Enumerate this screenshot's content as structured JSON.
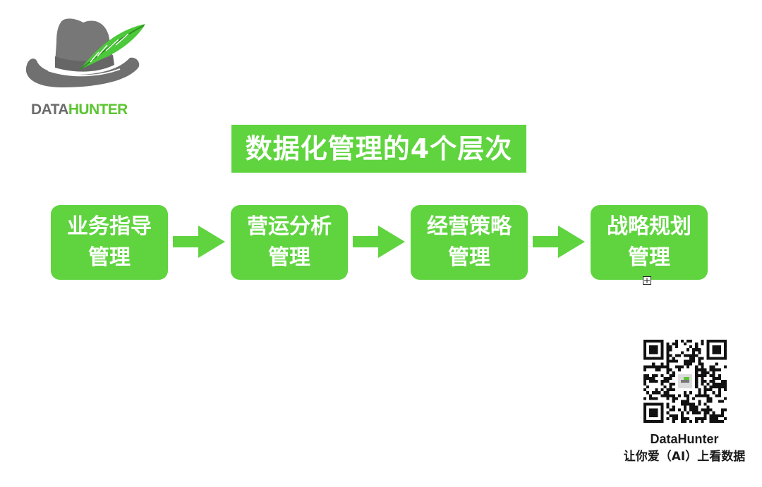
{
  "brand": {
    "logo_text_dark": "DATA",
    "logo_text_green": "HUNTER"
  },
  "title": "数据化管理的4个层次",
  "steps": [
    {
      "line1": "业务指导",
      "line2": "管理"
    },
    {
      "line1": "营运分析",
      "line2": "管理"
    },
    {
      "line1": "经营策略",
      "line2": "管理"
    },
    {
      "line1": "战略规划",
      "line2": "管理"
    }
  ],
  "footer": {
    "brand": "DataHunter",
    "slogan": "让你爱（AI）上看数据"
  },
  "colors": {
    "green": "#5fd43f",
    "logo_green": "#5cc531",
    "logo_gray": "#6b6b6b",
    "text_dark": "#1a1a1a"
  },
  "icons": [
    "datahunter-hat-logo",
    "flow-arrow-icon",
    "expand-marker-icon",
    "qr-code"
  ]
}
